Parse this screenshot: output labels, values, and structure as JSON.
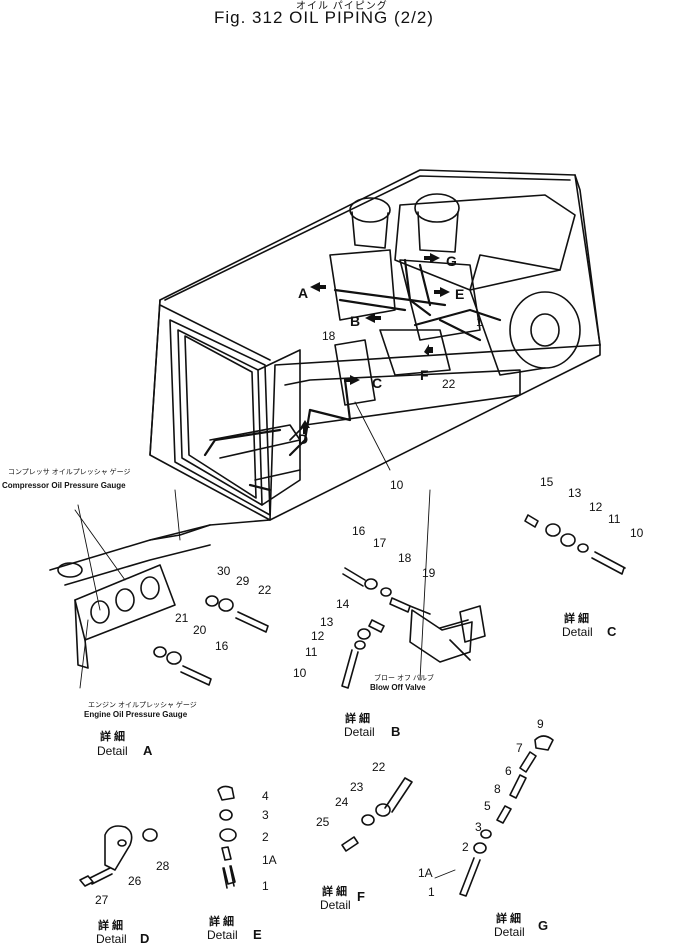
{
  "header": {
    "jp_title": "オイル パイピング",
    "fig_title": "Fig. 312  OIL  PIPING (2/2)"
  },
  "main_view": {
    "arrow_labels": [
      "A",
      "B",
      "C",
      "D",
      "E",
      "F",
      "G"
    ],
    "part_numbers": [
      "18",
      "1",
      "22",
      "10"
    ]
  },
  "labels": {
    "compressor_gauge_jp": "コンプレッサ オイルプレッシャ ゲージ",
    "compressor_gauge_en": "Compressor Oil Pressure Gauge",
    "engine_gauge_jp": "エンジン オイルプレッシャ ゲージ",
    "engine_gauge_en": "Engine Oil Pressure Gauge",
    "blow_off_jp": "ブロー オフ バルブ",
    "blow_off_en": "Blow Off Valve"
  },
  "details": {
    "jp": "詳 細",
    "word": "Detail",
    "A": {
      "letter": "A",
      "parts": [
        "30",
        "29",
        "22",
        "21",
        "20",
        "16"
      ]
    },
    "B": {
      "letter": "B",
      "parts": [
        "16",
        "17",
        "18",
        "19",
        "14",
        "13",
        "12",
        "11",
        "10"
      ]
    },
    "C": {
      "letter": "C",
      "parts": [
        "15",
        "13",
        "12",
        "11",
        "10"
      ]
    },
    "D": {
      "letter": "D",
      "parts": [
        "28",
        "26",
        "27"
      ]
    },
    "E": {
      "letter": "E",
      "parts": [
        "4",
        "3",
        "2",
        "1A",
        "1"
      ]
    },
    "F": {
      "letter": "F",
      "parts": [
        "22",
        "23",
        "24",
        "25"
      ]
    },
    "G": {
      "letter": "G",
      "parts": [
        "9",
        "7",
        "6",
        "8",
        "5",
        "3",
        "2",
        "1A",
        "1"
      ]
    }
  }
}
